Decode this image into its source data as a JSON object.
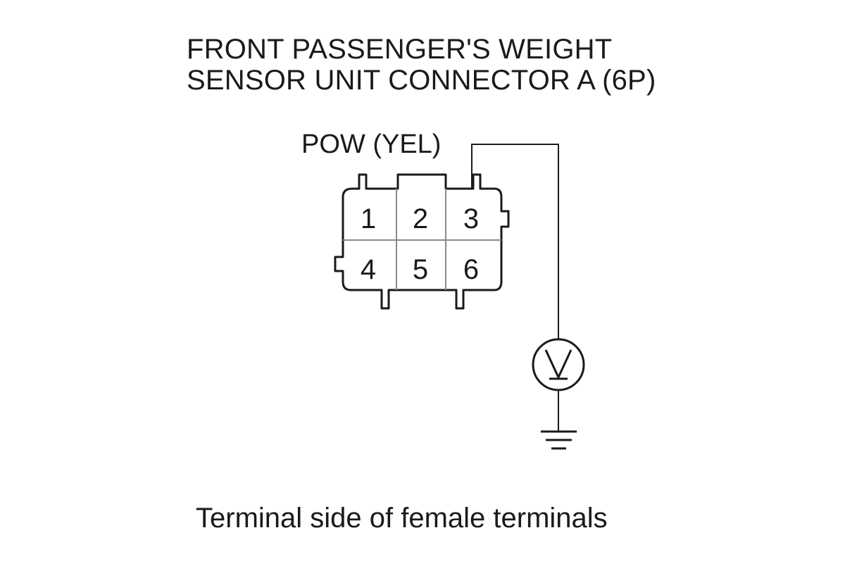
{
  "title": {
    "line1": "FRONT PASSENGER'S WEIGHT",
    "line2": "SENSOR UNIT CONNECTOR A (6P)"
  },
  "wire_label": "POW (YEL)",
  "connector": {
    "pins": [
      "1",
      "2",
      "3",
      "4",
      "5",
      "6"
    ]
  },
  "meter_icon": "voltmeter-icon",
  "ground_icon": "ground-icon",
  "caption": "Terminal side of female terminals",
  "colors": {
    "line": "#1a1a1a",
    "background": "#ffffff"
  }
}
